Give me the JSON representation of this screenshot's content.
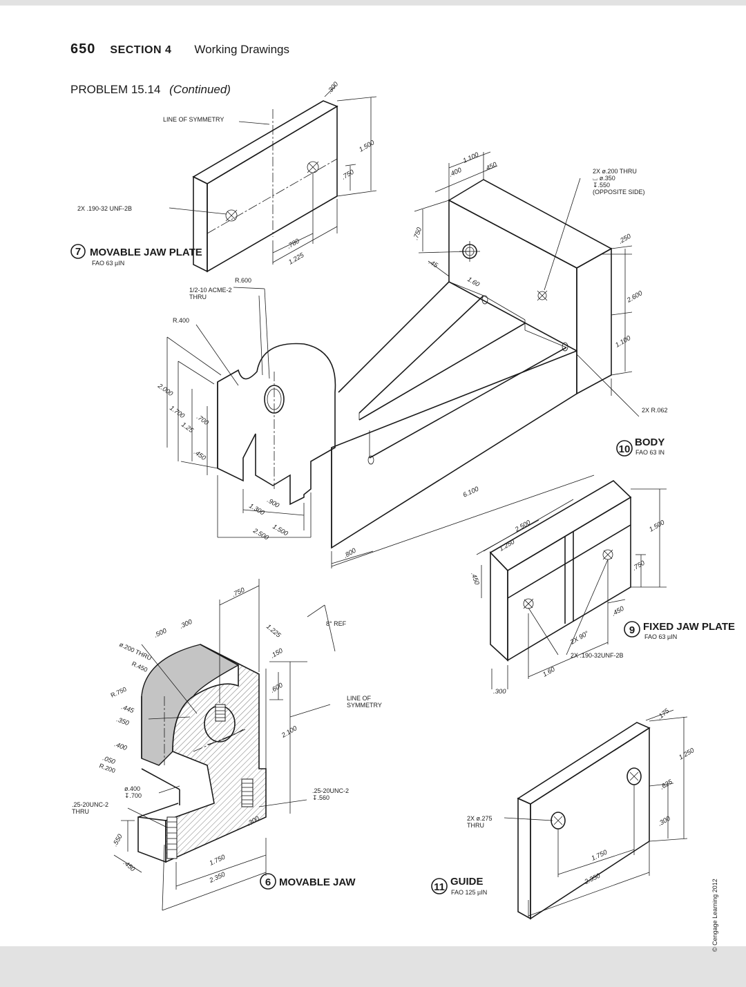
{
  "header": {
    "page_number": "650",
    "section": "SECTION 4",
    "title": "Working Drawings"
  },
  "problem": {
    "label": "PROBLEM 15.14",
    "continued": "(Continued)"
  },
  "parts": {
    "movable_jaw_plate": {
      "number": "7",
      "title": "MOVABLE JAW PLATE",
      "finish": "FAO 63 µIN",
      "callouts": {
        "symmetry": "LINE OF SYMMETRY",
        "holes": "2X .190-32 UNF-2B"
      },
      "dims": {
        "thickness": ".300",
        "height": "1.500",
        "hole_height": ".750",
        "hole_spacing": ".780",
        "width": "1.225"
      }
    },
    "body": {
      "number": "10",
      "title": "BODY",
      "finish": "FAO 63 IN",
      "callouts": {
        "holes": "2X ø.200 THRU",
        "cbore": "⌴ ø.350",
        "depth": "↧.550",
        "side": "(OPPOSITE SIDE)",
        "r600": "R.600",
        "acme": "1/2-10 ACME-2",
        "thru": "THRU",
        "r400": "R.400",
        "r062": "2X R.062"
      },
      "dims": {
        "d1100": "1.100",
        "d400": ".400",
        "d450": ".450",
        "d750": ".750",
        "d45": ".45",
        "d160": "1.60",
        "d250": ".250",
        "d2600": "2.600",
        "d1100b": "1.100",
        "d2000": "2.000",
        "d1700": "1.700",
        "d700": ".700",
        "d125": "1.25",
        "d450b": ".450",
        "d900": ".900",
        "d1300": "1.300",
        "d1500": "1.500",
        "d2500": "2.500",
        "d800": ".800",
        "d6100": "6.100"
      }
    },
    "fixed_jaw_plate": {
      "number": "9",
      "title": "FIXED JAW PLATE",
      "finish": "FAO 63 µIN",
      "callouts": {
        "holes": "2X .190-32UNF-2B"
      },
      "dims": {
        "d2500": "2.500",
        "d1250": "1.250",
        "d450": ".450",
        "d1500": "1.500",
        "d750": ".750",
        "d450b": ".450",
        "angle": "2X 90°",
        "d160": "1.60",
        "d300": ".300"
      }
    },
    "movable_jaw": {
      "number": "6",
      "title": "MOVABLE JAW",
      "callouts": {
        "hole200": "ø.200 THRU",
        "r450": "R.450",
        "r750": "R.750",
        "r200": "R.200",
        "hole400": "ø.400",
        "depth700": "↧.700",
        "tap": ".25-20UNC-2",
        "thru": "THRU",
        "symmetry": "LINE OF",
        "symmetry2": "SYMMETRY",
        "tap2": ".25-20UNC-2",
        "depth560": "↧.560",
        "ref": "8° REF"
      },
      "dims": {
        "d750": ".750",
        "d300": ".300",
        "d500": ".500",
        "d1225": "1.225",
        "d150": ".150",
        "d600": ".600",
        "d2100": "2.100",
        "d445": ".445",
        "d350": ".350",
        "d400": ".400",
        "d050": ".050",
        "d300b": ".300",
        "d550": ".550",
        "d450": ".450",
        "d1750": "1.750",
        "d2350": "2.350"
      }
    },
    "guide": {
      "number": "11",
      "title": "GUIDE",
      "finish": "FAO 125 µIN",
      "callouts": {
        "holes": "2X ø.275",
        "thru": "THRU"
      },
      "dims": {
        "d175": ".175",
        "d1250": "1.250",
        "d625": ".625",
        "d300": ".300",
        "d1750": "1.750",
        "d2350": "2.350"
      }
    }
  },
  "copyright": "© Cengage Learning 2012"
}
